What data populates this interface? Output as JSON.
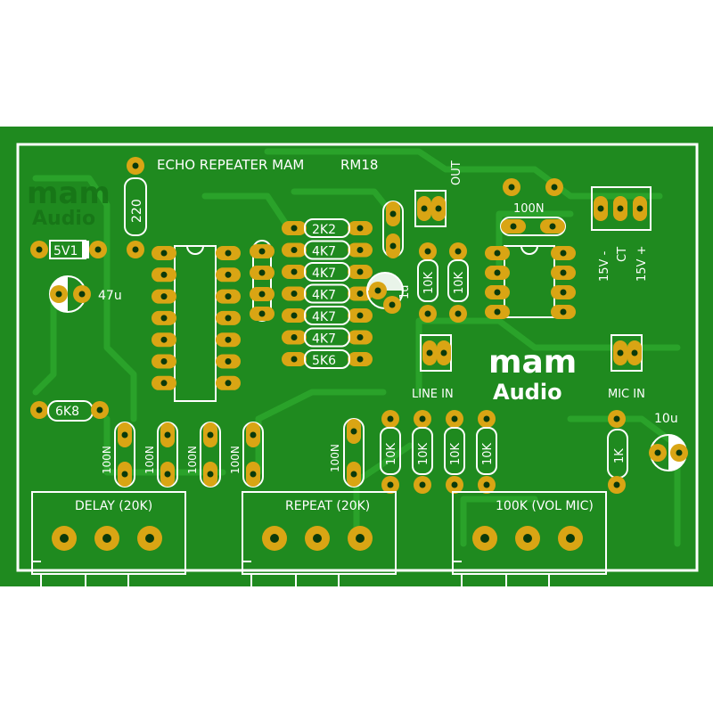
{
  "colors": {
    "background": "#ffffff",
    "board": "#1f8a1f",
    "board_dark": "#177417",
    "trace": "#2aa22a",
    "pad": "#d9a514",
    "pad_hole": "#0b3a0b",
    "silk": "#ffffff"
  },
  "board": {
    "title": "ECHO REPEATER  MAM",
    "model": "RM18",
    "logo_top": "mam",
    "logo_bottom": "Audio"
  },
  "labels": {
    "out": "OUT",
    "line_in": "LINE IN",
    "mic_in": "MIC IN",
    "ps_minus": "15V -",
    "ps_ct": "CT",
    "ps_plus": "15V +"
  },
  "components": {
    "r220": "220",
    "zener": "5V1",
    "cap47": "47u",
    "r6k8": "6K8",
    "cap1u": "1u",
    "cap10u": "10u",
    "r1k": "1K",
    "top_cap": "100N",
    "array": [
      "2K2",
      "4K7",
      "4K7",
      "4K7",
      "4K7",
      "4K7",
      "5K6"
    ],
    "mid_10k": [
      "10K",
      "10K"
    ],
    "bottom_caps": [
      "100N",
      "100N",
      "100N",
      "100N"
    ],
    "cap_100n_right": "100N",
    "bottom_10k": [
      "10K",
      "10K",
      "10K",
      "10K"
    ]
  },
  "pots": [
    {
      "label": "DELAY (20K)"
    },
    {
      "label": "REPEAT (20K)"
    },
    {
      "label": "100K (VOL MIC)"
    }
  ]
}
